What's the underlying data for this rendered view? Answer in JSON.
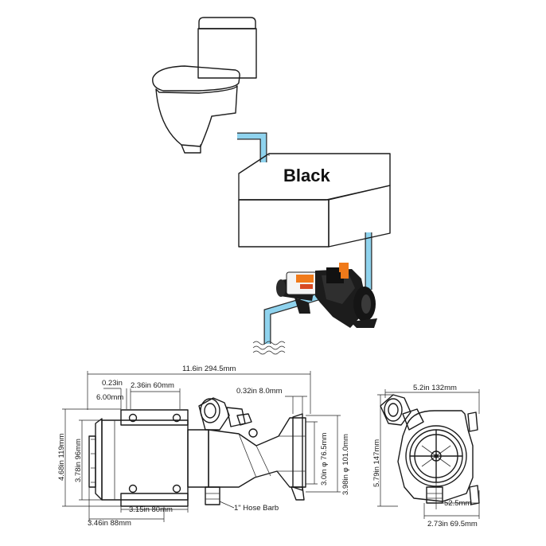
{
  "tank_label": "Black",
  "colors": {
    "pipe": "#8fd3ee",
    "accent_orange": "#f07a1a",
    "pump_dark": "#1c1c1c"
  },
  "dimensions": {
    "overall_length": "11.6in 294.5mm",
    "d_023": "0.23in",
    "d_600": "6.00mm",
    "d_236": "2.36in 60mm",
    "d_032": "0.32in 8.0mm",
    "d_468": "4.68in 119mm",
    "d_378": "3.78in 96mm",
    "d_30": "3.0in φ 76.5mm",
    "d_398": "3.98in φ 101.0mm",
    "d_315": "3.15in 80mm",
    "d_346": "3.46in 88mm",
    "hose_barb": "1\" Hose Barb",
    "d_52": "5.2in 132mm",
    "d_579": "5.79in 147mm",
    "d_525": "52.5mm",
    "d_273": "2.73in 69.5mm"
  }
}
